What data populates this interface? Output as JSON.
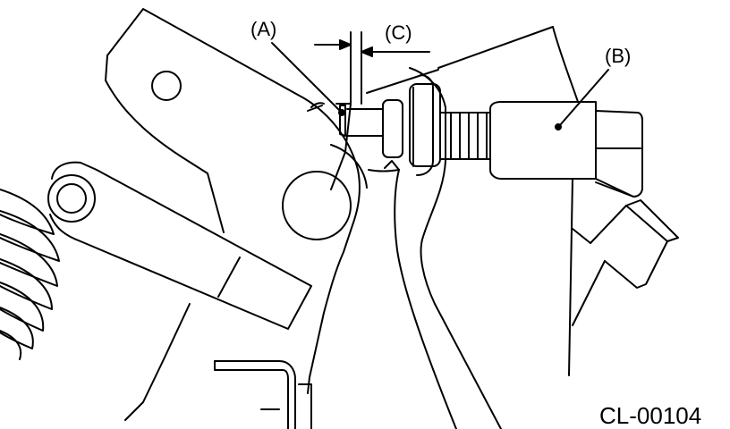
{
  "diagram": {
    "callouts": {
      "a": "(A)",
      "b": "(B)",
      "c": "(C)"
    },
    "figure_code": "CL-00104"
  },
  "colors": {
    "line": "#000000",
    "background": "#ffffff"
  }
}
